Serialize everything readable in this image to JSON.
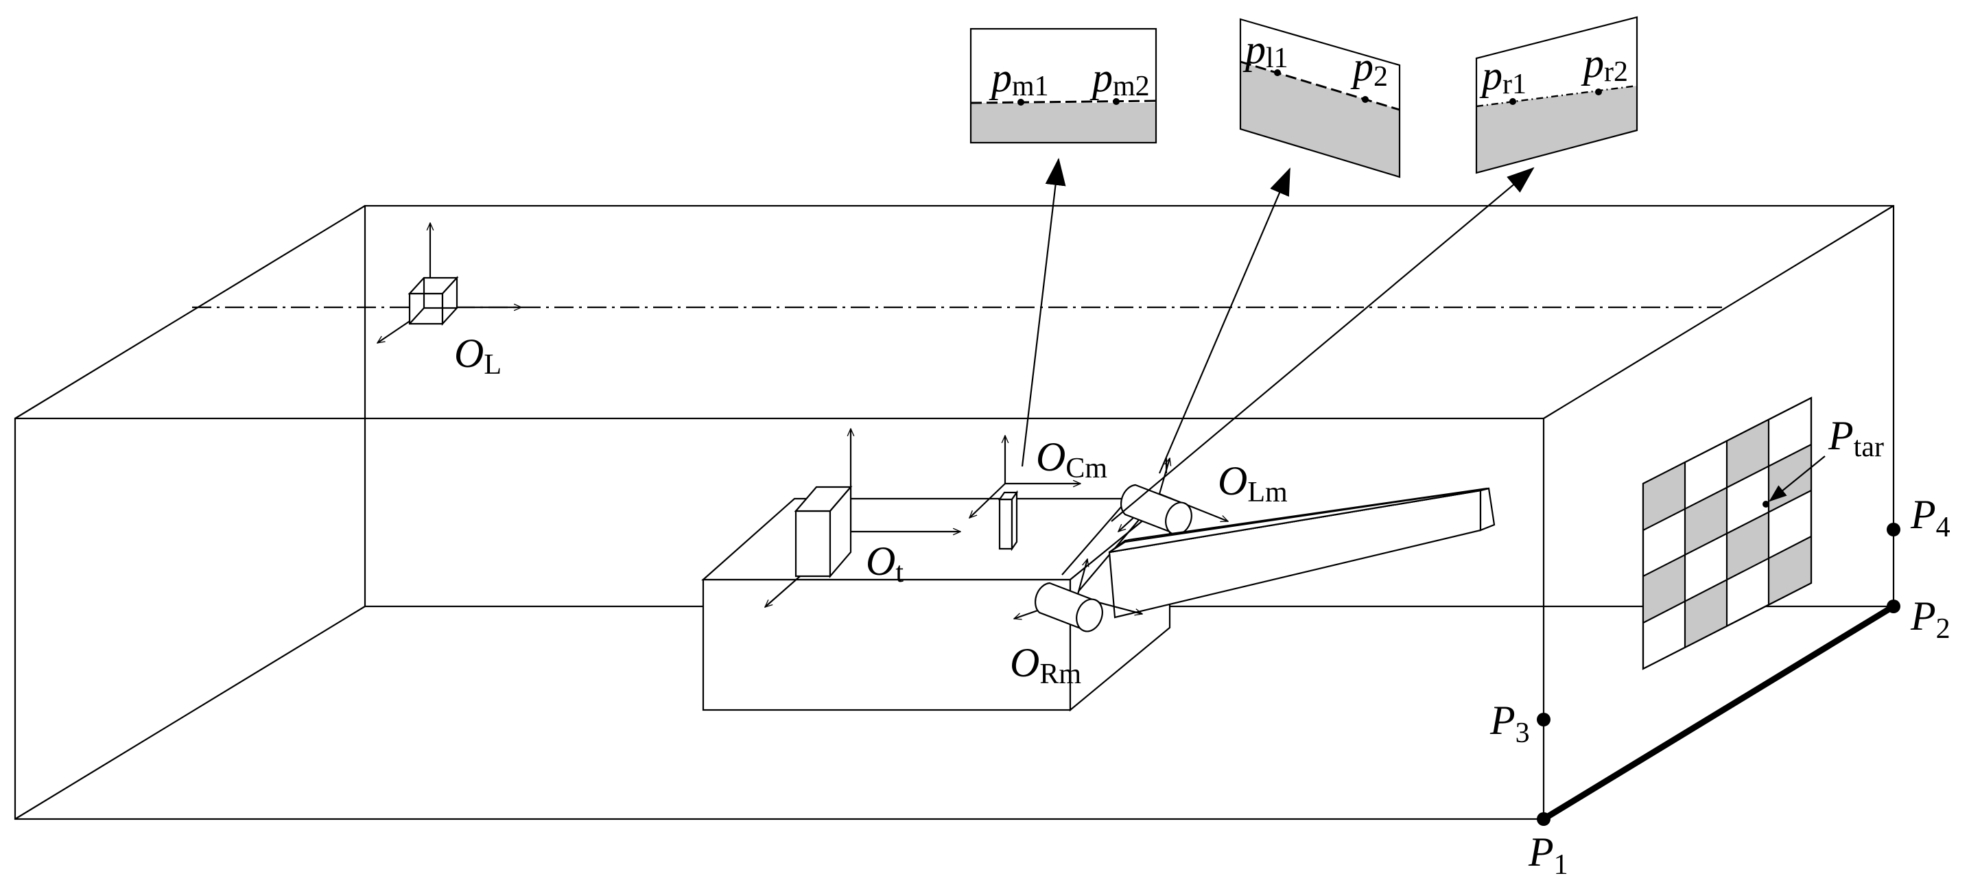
{
  "labels": {
    "O_L": {
      "main": "O",
      "sub": "L"
    },
    "O_t": {
      "main": "O",
      "sub": "t"
    },
    "O_Cm": {
      "main": "O",
      "sub": "Cm"
    },
    "O_Lm": {
      "main": "O",
      "sub": "Lm"
    },
    "O_Rm": {
      "main": "O",
      "sub": "Rm"
    },
    "P_tar": {
      "main": "P",
      "sub": "tar"
    },
    "P1": {
      "main": "P",
      "sub": "1"
    },
    "P2": {
      "main": "P",
      "sub": "2"
    },
    "P3": {
      "main": "P",
      "sub": "3"
    },
    "P4": {
      "main": "P",
      "sub": "4"
    },
    "p_m1": {
      "main": "p",
      "sub": "m1"
    },
    "p_m2": {
      "main": "p",
      "sub": "m2"
    },
    "p_l1": {
      "main": "p",
      "sub": "l1"
    },
    "p_l2": {
      "main": "p",
      "sub": "2"
    },
    "p_r1": {
      "main": "p",
      "sub": "r1"
    },
    "p_r2": {
      "main": "p",
      "sub": "r2"
    }
  }
}
